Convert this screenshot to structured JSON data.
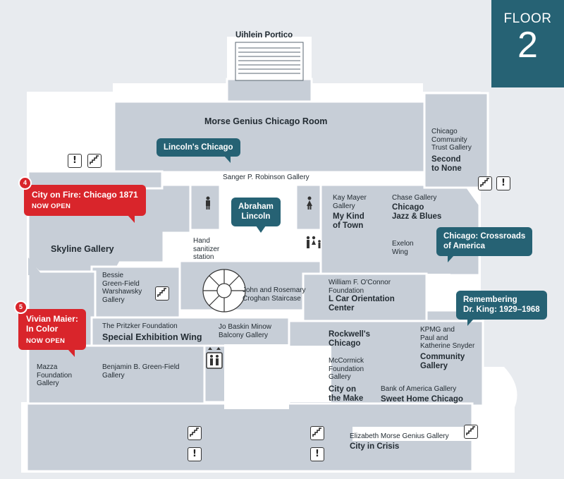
{
  "floor": {
    "word": "FLOOR",
    "number": "2"
  },
  "colors": {
    "background": "#e8ebef",
    "room": "#c7ced7",
    "wall": "#ffffff",
    "accent_teal": "#266274",
    "accent_red": "#d9252b",
    "floor_badge": "#266274"
  },
  "labels": {
    "portico": "Uihlein Portico",
    "morse": "Morse Genius Chicago Room",
    "sanger": "Sanger P. Robinson Gallery",
    "community_trust": [
      "Chicago",
      "Community",
      "Trust Gallery"
    ],
    "second_to_none": [
      "Second",
      "to None"
    ],
    "kay_mayer": [
      "Kay Mayer",
      "Gallery"
    ],
    "my_kind": [
      "My Kind",
      "of Town"
    ],
    "chase": "Chase Gallery",
    "jazz": [
      "Chicago",
      "Jazz & Blues"
    ],
    "exelon": [
      "Exelon",
      "Wing"
    ],
    "skyline": "Skyline Gallery",
    "hand_sanitizer": [
      "Hand",
      "sanitizer",
      "station"
    ],
    "bessie": [
      "Bessie",
      "Green-Field",
      "Warshawsky",
      "Gallery"
    ],
    "staircase": [
      "John and Rosemary",
      "Croghan Staircase"
    ],
    "oconnor": [
      "William F. O'Connor",
      "Foundation"
    ],
    "l_car": [
      "L Car Orientation",
      "Center"
    ],
    "pritzker": "The Pritzker Foundation",
    "special_exhibition": "Special Exhibition Wing",
    "jo_baskin": [
      "Jo Baskin Minow",
      "Balcony Gallery"
    ],
    "rockwell": [
      "Rockwell's",
      "Chicago"
    ],
    "kpmg": [
      "KPMG and",
      "Paul and",
      "Katherine Snyder"
    ],
    "community_gallery": [
      "Community",
      "Gallery"
    ],
    "mazza": [
      "Mazza",
      "Foundation",
      "Gallery"
    ],
    "benjamin": [
      "Benjamin B. Green-Field",
      "Gallery"
    ],
    "mccormick": [
      "McCormick",
      "Foundation",
      "Gallery"
    ],
    "city_on_make": [
      "City on",
      "the Make"
    ],
    "boa": "Bank of America Gallery",
    "sweet_home": "Sweet Home Chicago",
    "morse_genius_gallery": "Elizabeth Morse Genius Gallery",
    "city_in_crisis": "City in Crisis"
  },
  "callouts": {
    "lincolns_chicago": "Lincoln's Chicago",
    "abraham_lincoln": [
      "Abraham",
      "Lincoln"
    ],
    "crossroads": [
      "Chicago: Crossroads",
      "of America"
    ],
    "remembering": [
      "Remembering",
      "Dr. King: 1929–1968"
    ]
  },
  "featured": [
    {
      "number": "4",
      "title": "City on Fire: Chicago 1871",
      "status": "NOW OPEN"
    },
    {
      "number": "5",
      "title_lines": [
        "Vivian Maier:",
        "In Color"
      ],
      "status": "NOW OPEN"
    }
  ],
  "icons": {
    "info_glyph": "!",
    "names": [
      "info-icon",
      "stairs-icon",
      "restroom-men-icon",
      "restroom-women-icon",
      "family-restroom-icon",
      "elevator-icon"
    ]
  }
}
